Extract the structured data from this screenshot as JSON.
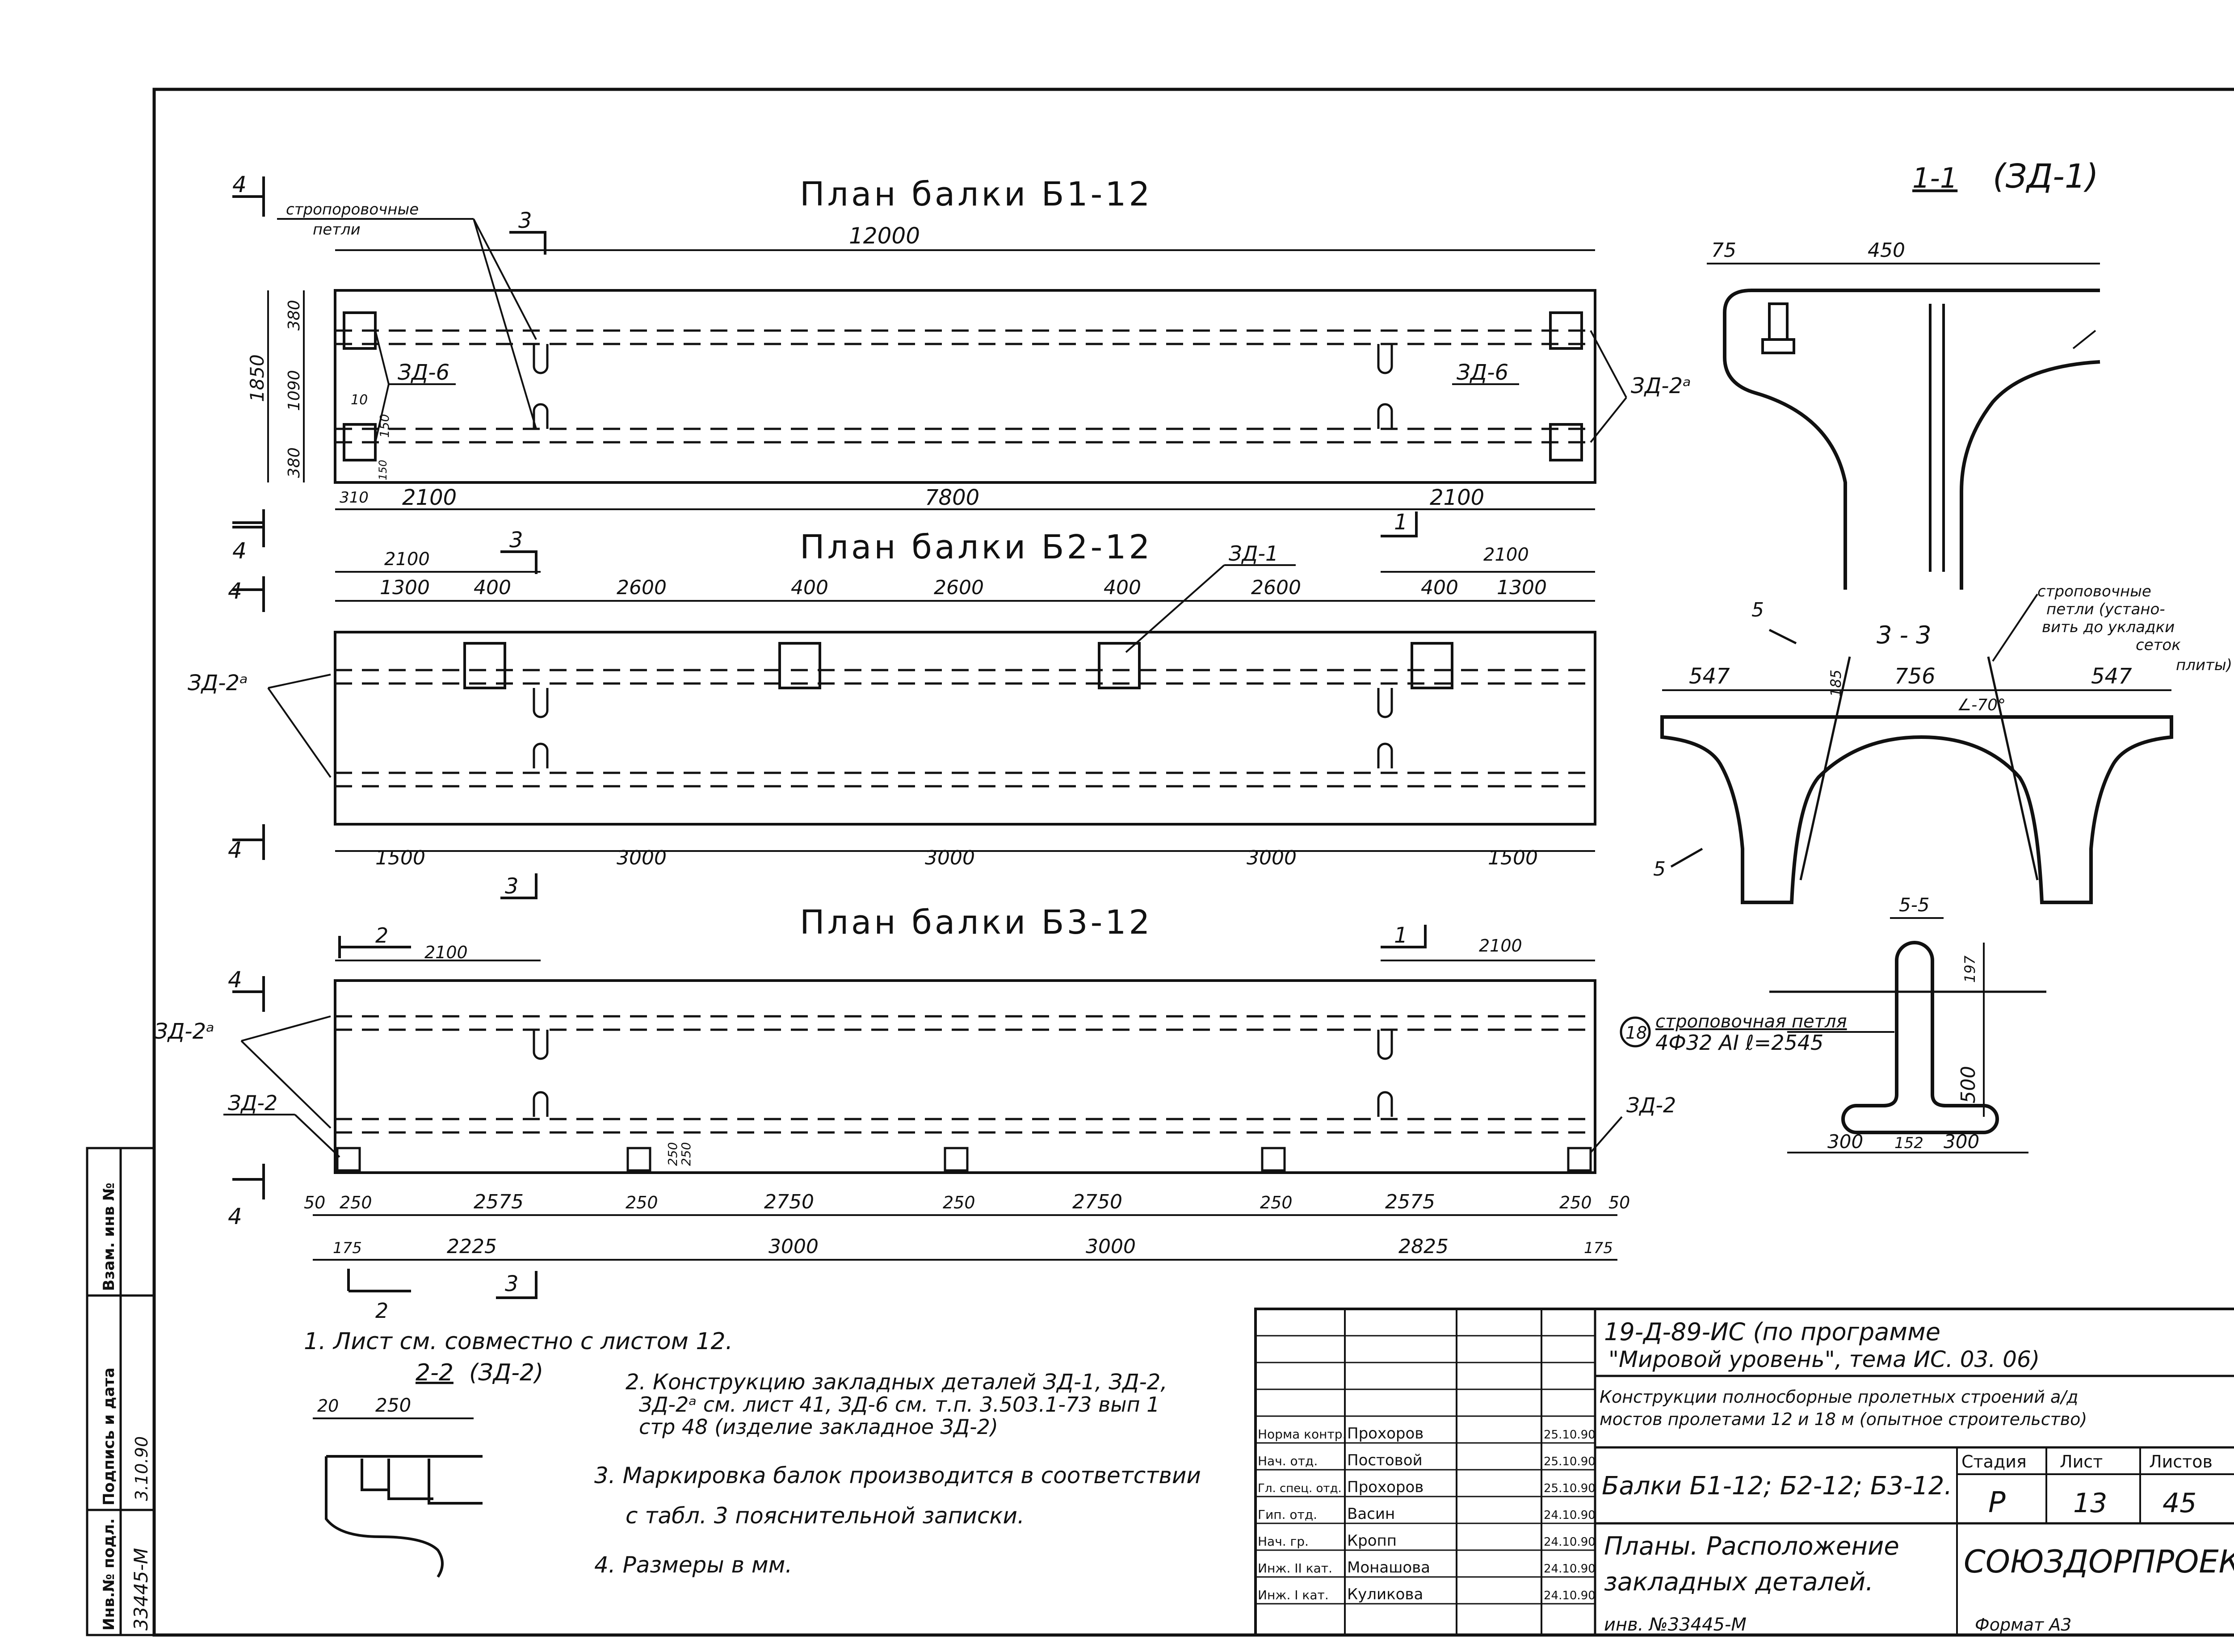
{
  "page_marker": "1-",
  "plans": {
    "b1": {
      "title": "План балки Б1-12",
      "loops_label_1": "стропоровочные",
      "loops_label_2": "петли",
      "total_length": "12000",
      "height_1": "380",
      "height_2": "1090",
      "height_3": "380",
      "overall_height": "1850",
      "small_dim_1": "10",
      "small_dim_2": "150",
      "small_dim_3": "150",
      "detail_left": "ЗД-6",
      "detail_right": "ЗД-6",
      "detail_end": "ЗД-2ᵃ",
      "bottom_dims": [
        "310",
        "2100",
        "7800",
        "2100"
      ],
      "sec_top": "4",
      "sec_mid": "3",
      "sec_bottom": "4"
    },
    "b2": {
      "title": "План балки Б2-12",
      "detail_top": "ЗД-1",
      "left_span": "2100",
      "right_span": "2100",
      "top_dims": [
        "1300",
        "400",
        "2600",
        "400",
        "2600",
        "400",
        "2600",
        "400",
        "1300"
      ],
      "bottom_dims": [
        "1500",
        "3000",
        "3000",
        "3000",
        "1500"
      ],
      "detail_end": "ЗД-2ᵃ",
      "sec_top": "4",
      "sec_mid": "3",
      "sec_right": "1",
      "sec_bottom": "4"
    },
    "b3": {
      "title": "План балки Б3-12",
      "left_span": "2100",
      "right_span": "2100",
      "detail_end_1": "ЗД-2ᵃ",
      "detail_end_2": "ЗД-2",
      "detail_right": "ЗД-2",
      "plate_w": "250",
      "plate_h": "250",
      "dims_row1": [
        "50",
        "250",
        "2575",
        "250",
        "2750",
        "250",
        "2750",
        "250",
        "2575",
        "250",
        "50"
      ],
      "dims_row2": [
        "175",
        "2225",
        "3000",
        "3000",
        "2825",
        "175"
      ],
      "sec_2": "2",
      "sec_3": "3",
      "sec_1": "1",
      "sec_4": "4"
    }
  },
  "section_1_1": {
    "title": "1-1",
    "ref": "(ЗД-1)",
    "dim_75": "75",
    "dim_450": "450"
  },
  "section_3_3": {
    "title": "3 - 3",
    "sec5": "5",
    "dims": [
      "547",
      "756",
      "547"
    ],
    "dim_185": "185",
    "angle": "∠-70°",
    "loops_note": [
      "строповочные",
      "петли (устано-",
      "вить до укладки",
      "сеток",
      "плиты)"
    ]
  },
  "section_5_5": {
    "title": "5-5",
    "pos_no": "18",
    "loop_title": "строповочная петля",
    "loop_spec": "4Ф32 АI  ℓ=2545",
    "dim_197": "197",
    "dim_500": "500",
    "bottom_dims": [
      "300",
      "152",
      "300"
    ]
  },
  "section_2_2": {
    "title": "2-2",
    "ref": "(ЗД-2)",
    "dim_20": "20",
    "dim_250": "250"
  },
  "notes": [
    "1. Лист см. совместно с листом 12.",
    "2. Конструкцию закладных деталей ЗД-1, ЗД-2,",
    "ЗД-2ᵃ см. лист 41,  ЗД-6 см. т.п. 3.503.1-73 вып 1",
    "стр 48 (изделие закладное ЗД-2)",
    "3. Маркировка балок производится в соответствии",
    "с табл. 3 пояснительной записки.",
    "4. Размеры в мм."
  ],
  "left_stamp": {
    "labels": [
      "Инв.№ подл.",
      "Подпись и дата",
      "Взам. инв №"
    ],
    "inv_no": "33445-М",
    "sign": "3.10.90"
  },
  "title_block": {
    "project_code": "19-Д-89-ИС   (по программе",
    "project_line2": "\"Мировой уровень\", тема ИС. 03. 06)",
    "desc_line1": "Конструкции полносборные пролетных строений а/д",
    "desc_line2": "мостов пролетами 12 и 18 м (опытное строительство)",
    "beams": "Балки Б1-12; Б2-12; Б3-12.",
    "content_line1": "Планы. Расположение",
    "content_line2": "закладных деталей.",
    "col_stage": "Стадия",
    "col_sheet": "Лист",
    "col_sheets": "Листов",
    "stage": "Р",
    "sheet": "13",
    "sheets": "45",
    "org": "СОЮЗДОРПРОЕКТ",
    "staff": [
      {
        "role": "Норма контр.",
        "name": "Прохоров",
        "date": "25.10.90"
      },
      {
        "role": "Нач. отд.",
        "name": "Постовой",
        "date": "25.10.90"
      },
      {
        "role": "Гл. спец. отд.",
        "name": "Прохоров",
        "date": "25.10.90"
      },
      {
        "role": "Гип. отд.",
        "name": "Васин",
        "date": "24.10.90"
      },
      {
        "role": "Нач. гр.",
        "name": "Кропп",
        "date": "24.10.90"
      },
      {
        "role": "Инж. II кат.",
        "name": "Монашова",
        "date": "24.10.90"
      },
      {
        "role": "Инж. I кат.",
        "name": "Куликова",
        "date": "24.10.90"
      }
    ],
    "inv_bottom": "инв. №33445-М",
    "format": "Формат А3"
  }
}
